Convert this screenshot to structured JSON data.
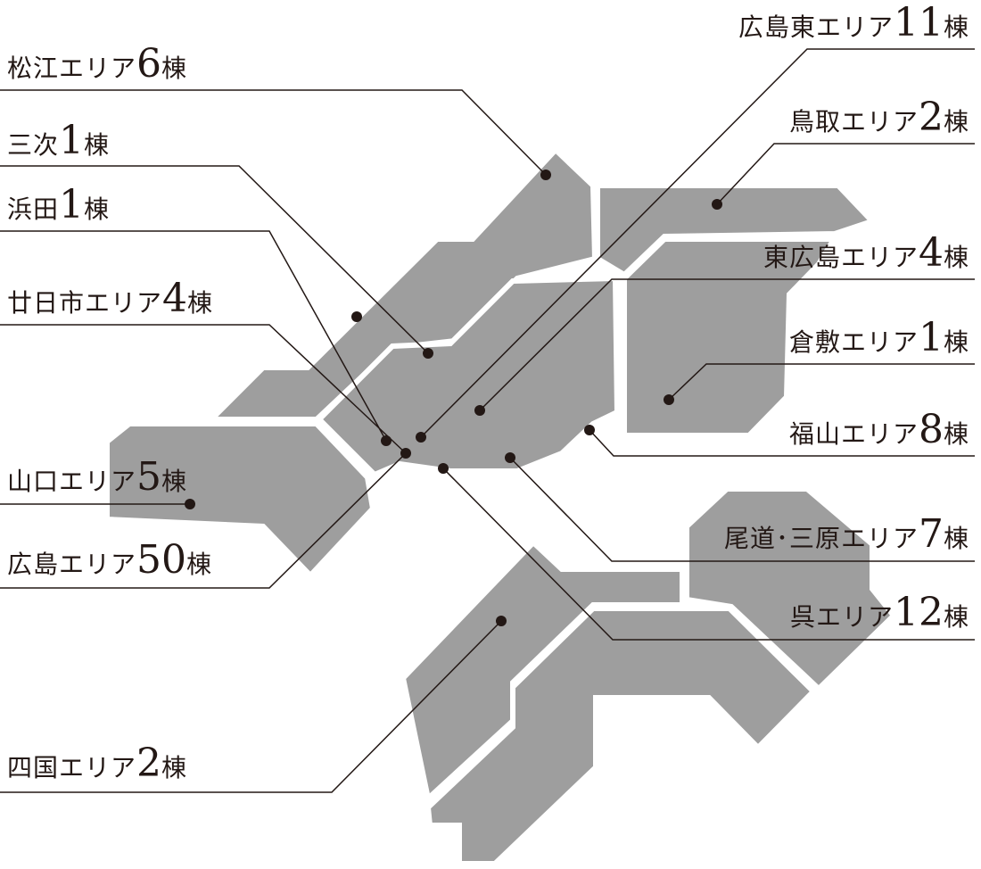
{
  "colors": {
    "region": "#9e9e9e",
    "leader": "#231815",
    "text": "#231815"
  },
  "areas": [
    {
      "id": "matsue",
      "name": "松江エリア",
      "count": "6",
      "unit": "棟"
    },
    {
      "id": "miyoshi",
      "name": "三次",
      "count": "1",
      "unit": "棟"
    },
    {
      "id": "hamada",
      "name": "浜田",
      "count": "1",
      "unit": "棟"
    },
    {
      "id": "hatsukaichi",
      "name": "廿日市エリア",
      "count": "4",
      "unit": "棟"
    },
    {
      "id": "yamaguchi",
      "name": "山口エリア",
      "count": "5",
      "unit": "棟"
    },
    {
      "id": "hiroshima",
      "name": "広島エリア",
      "count": "50",
      "unit": "棟"
    },
    {
      "id": "shikoku",
      "name": "四国エリア",
      "count": "2",
      "unit": "棟"
    },
    {
      "id": "hiroshima-east",
      "name": "広島東エリア",
      "count": "11",
      "unit": "棟"
    },
    {
      "id": "tottori",
      "name": "鳥取エリア",
      "count": "2",
      "unit": "棟"
    },
    {
      "id": "higashihiroshima",
      "name": "東広島エリア",
      "count": "4",
      "unit": "棟"
    },
    {
      "id": "kurashiki",
      "name": "倉敷エリア",
      "count": "1",
      "unit": "棟"
    },
    {
      "id": "fukuyama",
      "name": "福山エリア",
      "count": "8",
      "unit": "棟"
    },
    {
      "id": "onomichi-mihara",
      "name": "尾道･三原エリア",
      "count": "7",
      "unit": "棟"
    },
    {
      "id": "kure",
      "name": "呉エリア",
      "count": "12",
      "unit": "棟"
    }
  ]
}
